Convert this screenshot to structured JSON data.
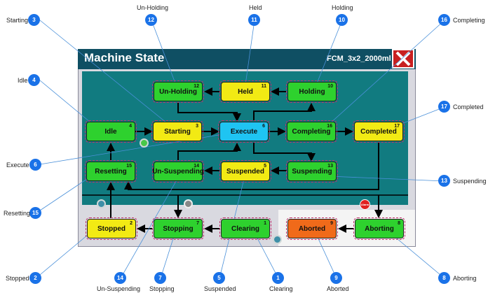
{
  "window": {
    "title": "Machine State",
    "subtitle": "FCM_3x2_2000ml"
  },
  "alarm_label": "Alarm",
  "states": {
    "unholding": {
      "label": "Un-Holding",
      "num": "12"
    },
    "held": {
      "label": "Held",
      "num": "11"
    },
    "holding": {
      "label": "Holding",
      "num": "10"
    },
    "idle": {
      "label": "Idle",
      "num": "4"
    },
    "starting": {
      "label": "Starting",
      "num": "3"
    },
    "execute": {
      "label": "Execute",
      "num": "6"
    },
    "completing": {
      "label": "Completing",
      "num": "16"
    },
    "completed": {
      "label": "Completed",
      "num": "17"
    },
    "resetting": {
      "label": "Resetting",
      "num": "15"
    },
    "unsuspending": {
      "label": "Un-Suspending",
      "num": "14"
    },
    "suspended": {
      "label": "Suspended",
      "num": "5"
    },
    "suspending": {
      "label": "Suspending",
      "num": "13"
    },
    "stopped": {
      "label": "Stopped",
      "num": "2"
    },
    "stopping": {
      "label": "Stopping",
      "num": "7"
    },
    "clearing": {
      "label": "Clearing",
      "num": "1"
    },
    "aborted": {
      "label": "Aborted",
      "num": "9"
    },
    "aborting": {
      "label": "Aborting",
      "num": "8"
    }
  },
  "callouts": {
    "c12": {
      "num": "12",
      "label": "Un-Holding"
    },
    "c11": {
      "num": "11",
      "label": "Held"
    },
    "c10": {
      "num": "10",
      "label": "Holding"
    },
    "c16": {
      "num": "16",
      "label": "Completing"
    },
    "c3": {
      "num": "3",
      "label": "Starting"
    },
    "c4": {
      "num": "4",
      "label": "Idle"
    },
    "c17": {
      "num": "17",
      "label": "Completed"
    },
    "c6": {
      "num": "6",
      "label": "Execute"
    },
    "c13": {
      "num": "13",
      "label": "Suspending"
    },
    "c15": {
      "num": "15",
      "label": "Resetting"
    },
    "c2": {
      "num": "2",
      "label": "Stopped"
    },
    "c14": {
      "num": "14",
      "label": "Un-Suspending"
    },
    "c7": {
      "num": "7",
      "label": "Stopping"
    },
    "c5": {
      "num": "5",
      "label": "Suspended"
    },
    "c1": {
      "num": "1",
      "label": "Clearing"
    },
    "c9": {
      "num": "9",
      "label": "Aborted"
    },
    "c8": {
      "num": "8",
      "label": "Aborting"
    }
  },
  "colors": {
    "green": "#2ed12e",
    "yellow": "#f2ea14",
    "cyan": "#1fc4f2",
    "orange": "#f06a1a",
    "teal": "#117b80",
    "titlebar": "#0f4f63",
    "callout": "#1a72e8"
  }
}
